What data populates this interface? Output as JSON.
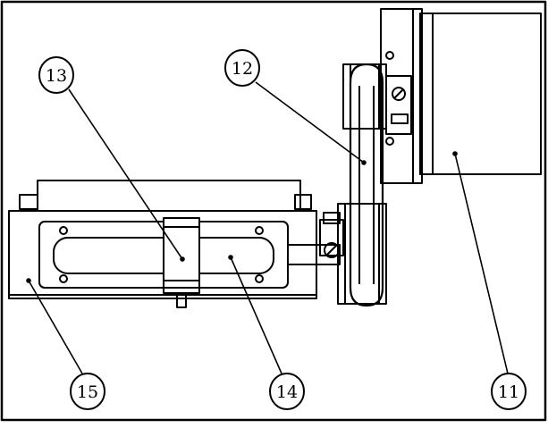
{
  "figure": {
    "background": "#ffffff",
    "ink": "#000000",
    "callouts": [
      {
        "id": "c11",
        "label": "11",
        "part": "motor"
      },
      {
        "id": "c12",
        "label": "12",
        "part": "belt"
      },
      {
        "id": "c13",
        "label": "13",
        "part": "slider-block"
      },
      {
        "id": "c14",
        "label": "14",
        "part": "guide-rail"
      },
      {
        "id": "c15",
        "label": "15",
        "part": "base-frame"
      }
    ]
  }
}
